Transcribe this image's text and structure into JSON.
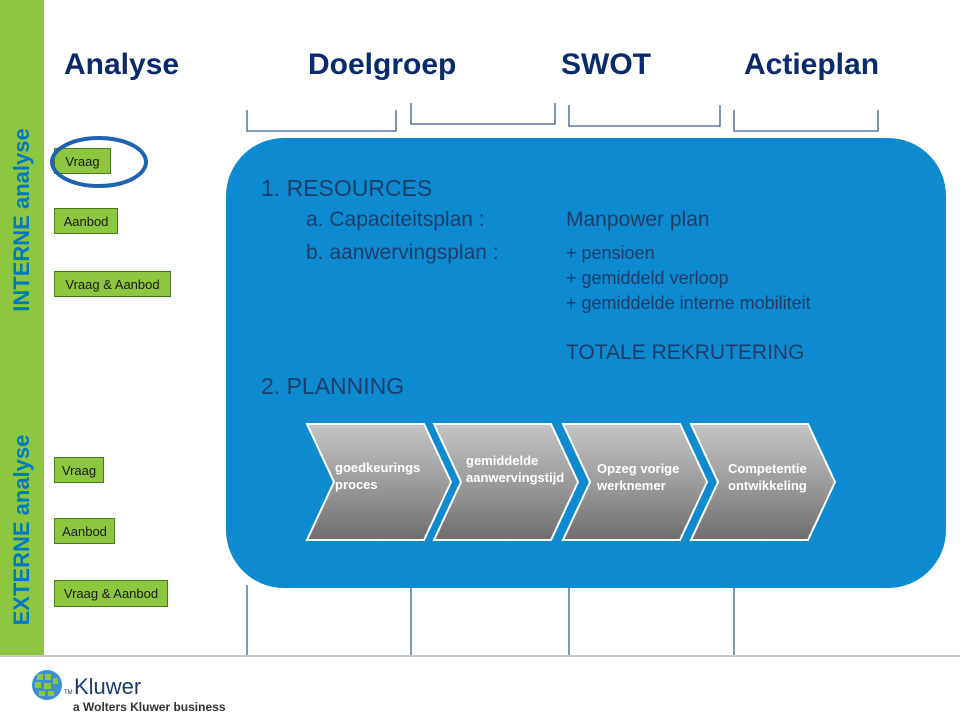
{
  "side_labels": {
    "internal": "INTERNE analyse",
    "external": "EXTERNE analyse"
  },
  "headers": [
    "Analyse",
    "Doelgroep",
    "SWOT",
    "Actieplan"
  ],
  "internal_boxes": [
    "Vraag",
    "Aanbod",
    "Vraag & Aanbod"
  ],
  "external_boxes": [
    "Vraag",
    "Aanbod",
    "Vraag & Aanbod"
  ],
  "panel": {
    "resources": "1.  RESOURCES",
    "cap_label": "a.  Capaciteitsplan :",
    "cap_value": "Manpower plan",
    "aanw_label": "b.  aanwervingsplan :",
    "aanw_items": [
      "+ pensioen",
      "+ gemiddeld verloop",
      "+ gemiddelde interne mobiliteit"
    ],
    "totale": "TOTALE REKRUTERING",
    "planning": "2.  PLANNING"
  },
  "process_steps": [
    [
      "goedkeurings",
      "proces"
    ],
    [
      "gemiddelde",
      "aanwervingstijd"
    ],
    [
      "Opzeg vorige",
      "werknemer"
    ],
    [
      "Competentie",
      "ontwikkeling"
    ]
  ],
  "logo": {
    "brand": "Kluwer",
    "tm": "TM",
    "tagline": "a Wolters Kluwer business"
  },
  "colors": {
    "green": "#8dc63f",
    "panel_blue": "#0e8bd0",
    "header_navy": "#0a2a6b",
    "side_blue": "#0079c1",
    "highlight_ring": "#1e62b0"
  }
}
